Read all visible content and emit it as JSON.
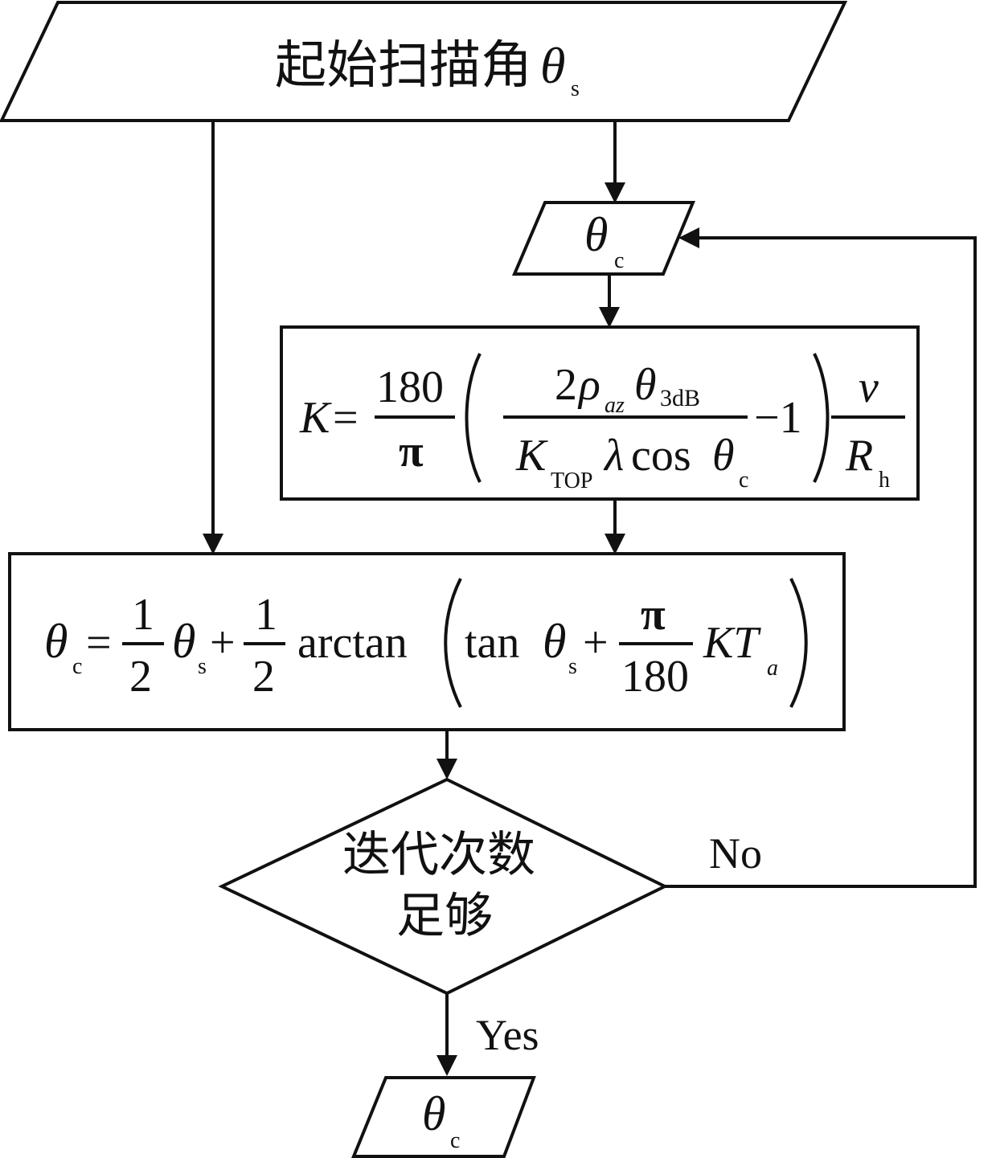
{
  "start_input": {
    "label": "起始扫描角",
    "symbol": "θ",
    "subscript": "s"
  },
  "current_angle": {
    "symbol": "θ",
    "subscript": "c"
  },
  "k_formula": {
    "lhs": "K",
    "eq": "=",
    "frac1_num": "180",
    "frac1_den": "π",
    "num_two": "2",
    "num_rho": "ρ",
    "num_rho_sub": "az",
    "num_theta": "θ",
    "num_theta_sub": "3dB",
    "den_k": "K",
    "den_k_sub": "TOP",
    "den_lambda": "λ",
    "den_cos": "cos",
    "den_theta": "θ",
    "den_theta_sub": "c",
    "minus_one": "−1",
    "frac3_num": "v",
    "frac3_den": "R",
    "frac3_den_sub": "h"
  },
  "theta_formula": {
    "lhs": "θ",
    "lhs_sub": "c",
    "eq": "=",
    "half_num": "1",
    "half_den": "2",
    "theta_s": "θ",
    "theta_s_sub": "s",
    "plus": "+",
    "half2_num": "1",
    "half2_den": "2",
    "arctan": "arctan",
    "tan": "tan",
    "theta_s2": "θ",
    "theta_s2_sub": "s",
    "plus2": "+",
    "pi_num": "π",
    "pi_den": "180",
    "kt": "KT",
    "kt_sub": "a"
  },
  "decision": {
    "line1": "迭代次数",
    "line2": "足够",
    "no_label": "No",
    "yes_label": "Yes"
  },
  "output": {
    "symbol": "θ",
    "subscript": "c"
  }
}
